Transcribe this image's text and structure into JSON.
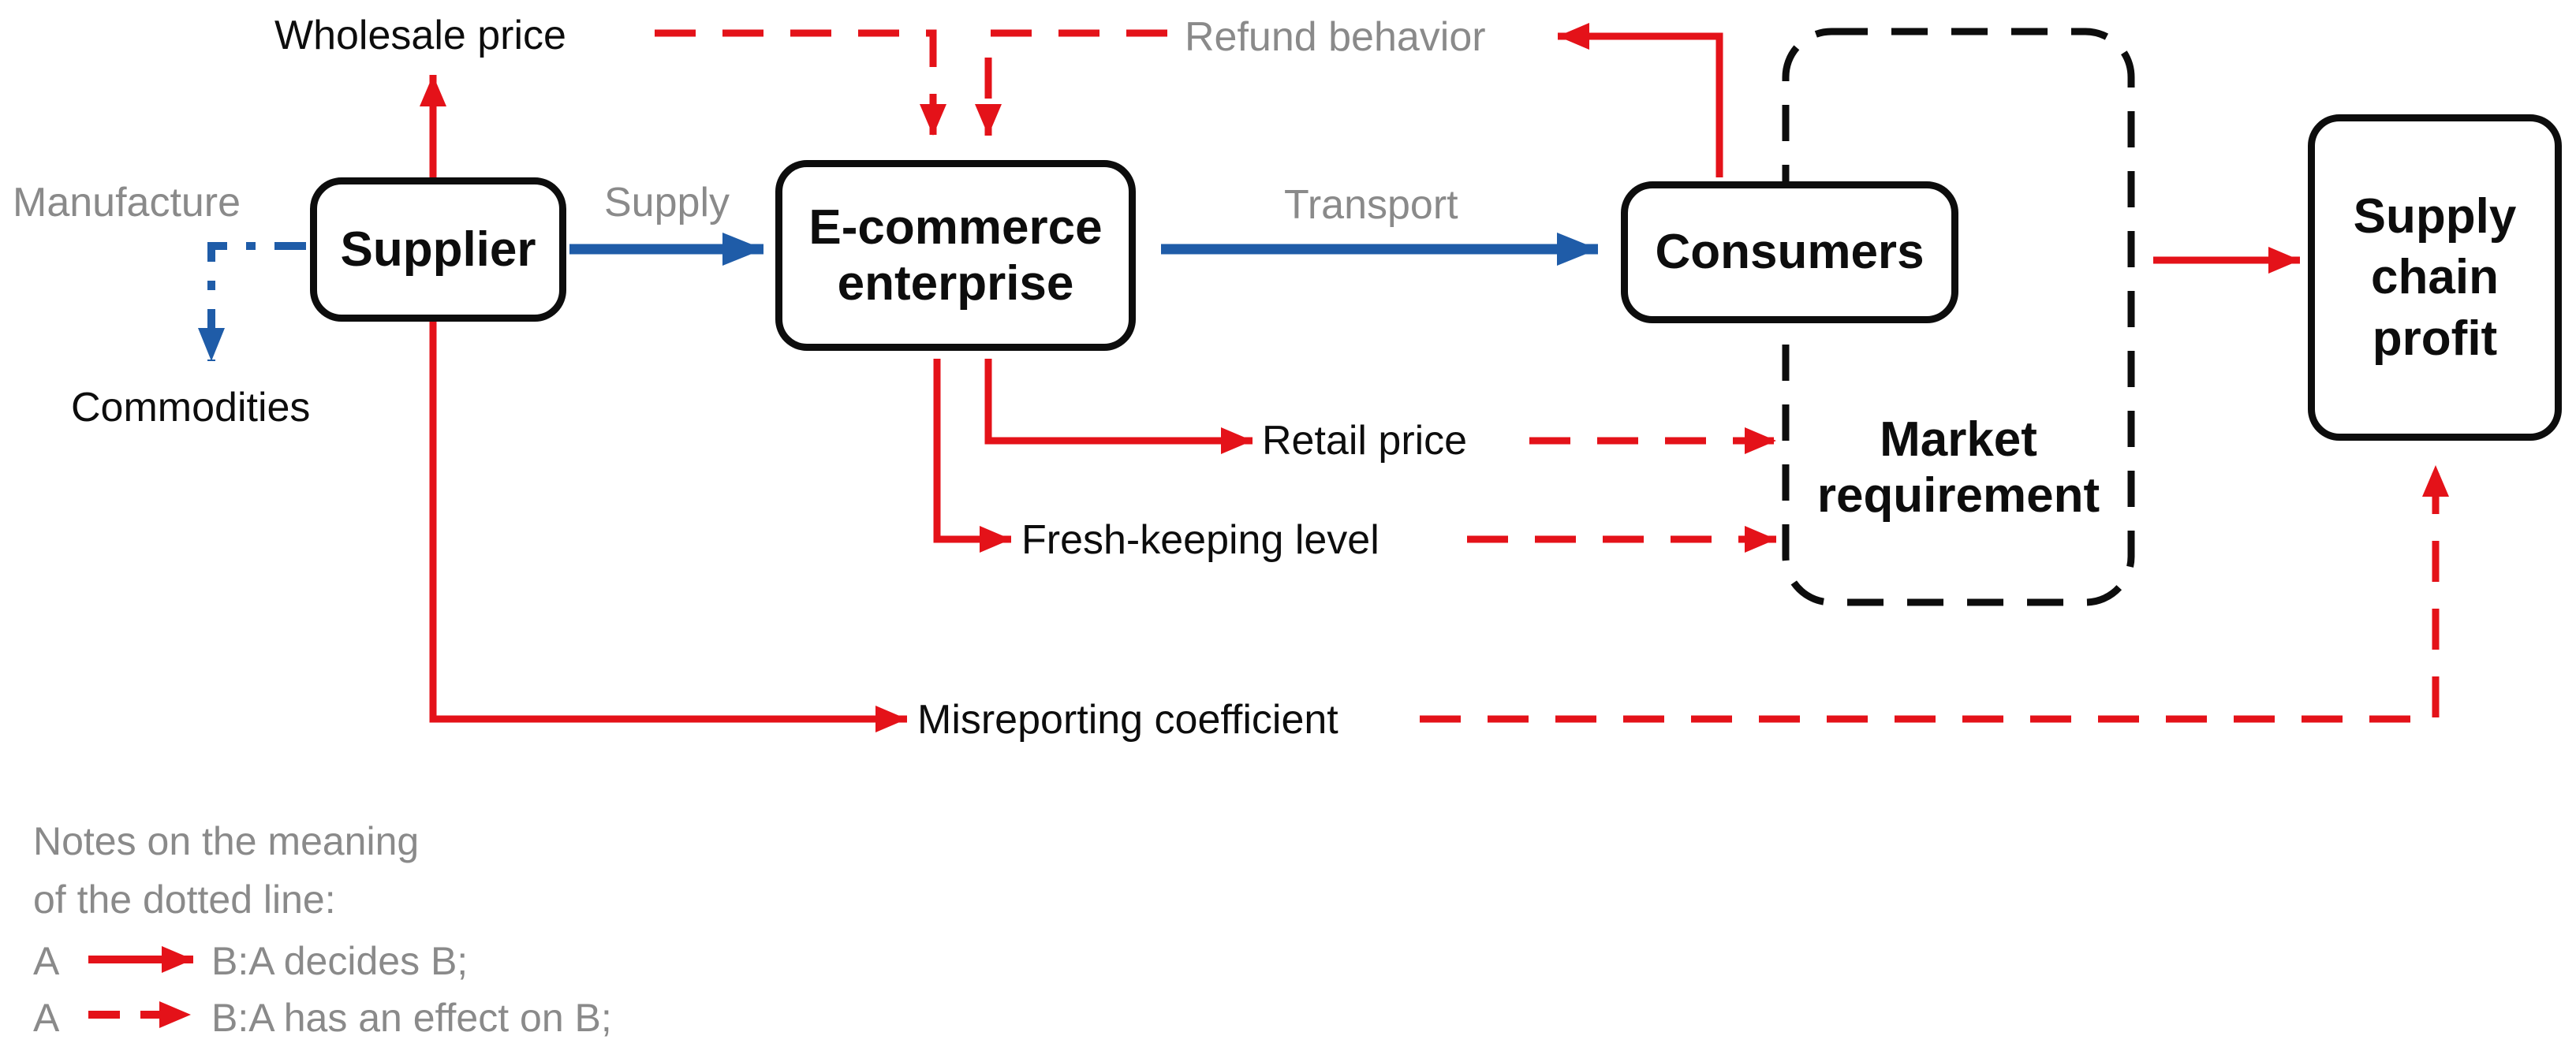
{
  "diagram": {
    "colors": {
      "red": "#e41219",
      "blue": "#1f5ca8",
      "gray": "#8a8a8a",
      "ink": "#0d0d0d",
      "bg": "#ffffff"
    },
    "nodes": {
      "supplier": "Supplier",
      "ecommerce": "E-commerce enterprise",
      "consumers": "Consumers",
      "market": "Market requirement",
      "profit": "Supply chain profit"
    },
    "labels": {
      "manufacture": "Manufacture",
      "wholesale": "Wholesale price",
      "supply": "Supply",
      "refund": "Refund behavior",
      "transport": "Transport",
      "commodities": "Commodities",
      "retail": "Retail price",
      "fresh": "Fresh-keeping level",
      "misreporting": "Misreporting coefficient"
    },
    "notes": {
      "line1": "Notes on the meaning",
      "line2": "of the dotted line:",
      "a1": "A",
      "b1": "B:A decides B;",
      "a2": "A",
      "b2": "B:A has an effect on B;"
    }
  }
}
